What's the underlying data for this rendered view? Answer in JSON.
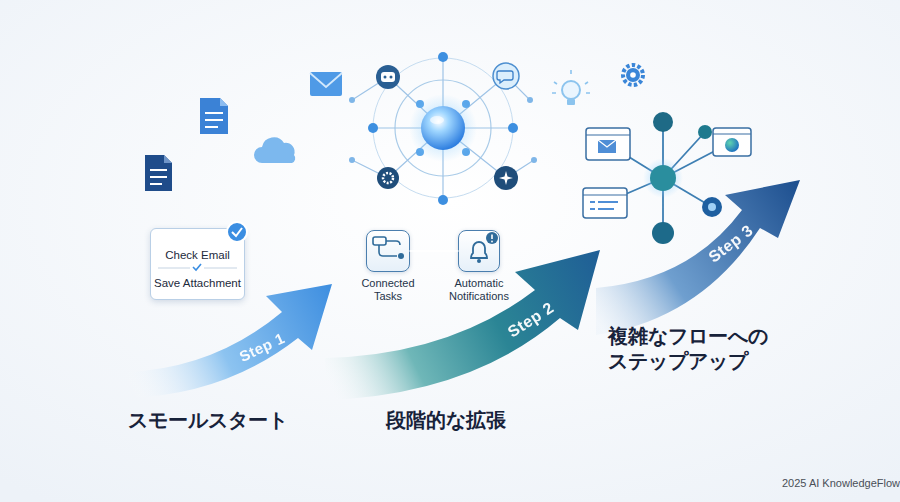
{
  "diagram": {
    "nodes": [
      {
        "text": [
          "Check Email",
          "Save Attachment"
        ]
      },
      {
        "text": [
          "Step 1"
        ]
      },
      {
        "text": [
          "Connected Tasks"
        ]
      },
      {
        "text": [
          "Automatic Notifications"
        ]
      },
      {
        "text": [
          "Step 2"
        ]
      },
      {
        "text": [
          "Step 3"
        ]
      }
    ],
    "edges": [
      {
        "from": 2,
        "to": 3,
        "arrow": "none"
      }
    ],
    "labels": [
      "スモールスタート",
      "段階的な拡張",
      "複雑なフローへの ステップアップ",
      "2025 AI KnowledgeFlow"
    ]
  }
}
